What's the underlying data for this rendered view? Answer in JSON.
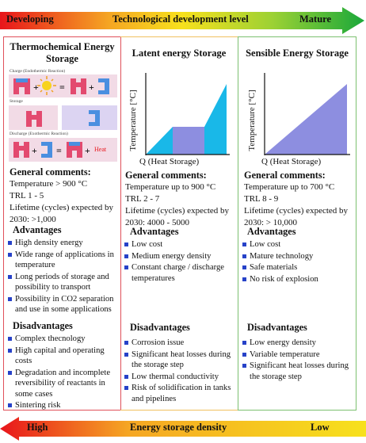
{
  "top_axis": {
    "left": "Developing",
    "center": "Technological development level",
    "right": "Mature"
  },
  "bottom_axis": {
    "left": "High",
    "center": "Energy storage density",
    "right": "Low"
  },
  "thermochemical": {
    "title": "Thermochemical Energy Storage",
    "charge_label": "Charge (Endothermic Reaction)",
    "storage_label": "Storage",
    "discharge_label": "Discharge (Exothermic Reaction)",
    "heat_label": "Heat",
    "comments_heading": "General comments:",
    "comments": [
      "Temperature > 900 °C",
      "TRL 1 - 5",
      "Lifetime (cycles) expected by 2030: >1,000"
    ],
    "advantages_heading": "Advantages",
    "advantages": [
      "High density energy",
      "Wide range of applications in temperature",
      "Long periods of storage and possibility to transport",
      "Possibility in CO2 separation and use in some applications"
    ],
    "disadvantages_heading": "Disadvantages",
    "disadvantages": [
      "Complex thecnology",
      "High capital and operating costs",
      "Degradation and incomplete reversibility of reactants in some cases",
      "Sintering risk"
    ]
  },
  "latent": {
    "title": "Latent energy Storage",
    "ylabel": "Temperature [°C]",
    "xlabel": "Q (Heat Storage)",
    "comments_heading": "General comments:",
    "comments": [
      "Temperature up to 900 °C",
      "TRL 2 - 7",
      "Lifetime (cycles) expected by 2030: 4000 - 5000"
    ],
    "advantages_heading": "Advantages",
    "advantages": [
      "Low cost",
      "Medium energy density",
      "Constant charge / discharge temperatures"
    ],
    "disadvantages_heading": "Disadvantages",
    "disadvantages": [
      "Corrosion issue",
      "Significant heat losses during the storage step",
      "Low thermal conductivity",
      "Risk of solidification in tanks and pipelines"
    ]
  },
  "sensible": {
    "title": "Sensible Energy Storage",
    "ylabel": "Temperature [°C]",
    "xlabel": "Q (Heat Storage)",
    "comments_heading": "General comments:",
    "comments": [
      "Temperature up to 700 °C",
      "TRL 8 - 9",
      "Lifetime (cycles) expected by 2030: > 10,000"
    ],
    "advantages_heading": "Advantages",
    "advantages": [
      "Low cost",
      "Mature technology",
      "Safe materials",
      "No risk of explosion"
    ],
    "disadvantages_heading": "Disadvantages",
    "disadvantages": [
      "Low energy density",
      "Variable temperature",
      "Significant heat losses during the storage step"
    ]
  },
  "colors": {
    "red": "#e8151b",
    "orange": "#f5a623",
    "yellow": "#f7e11d",
    "green": "#1aa83a",
    "cyan": "#19b8e8",
    "lavender": "#8d8ee0"
  }
}
